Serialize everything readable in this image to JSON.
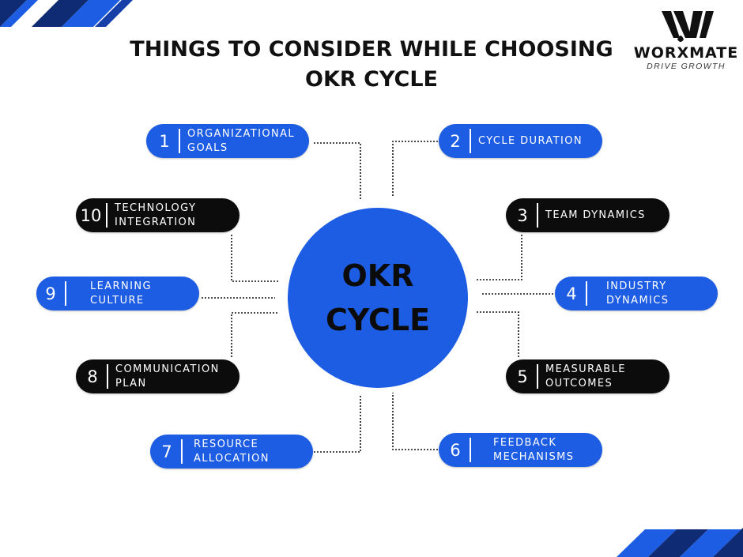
{
  "title": "THINGS TO CONSIDER WHILE CHOOSING\nOKR CYCLE",
  "logo": {
    "word": "WORXMATE",
    "tagline": "DRIVE GROWTH"
  },
  "hub": {
    "label": "OKR\nCYCLE"
  },
  "colors": {
    "blue": "#1d5de3",
    "dark": "#0c0c0c",
    "navy": "#0f2b73"
  },
  "factors": [
    {
      "number": "1",
      "label": "ORGANIZATIONAL\nGOALS"
    },
    {
      "number": "2",
      "label": "CYCLE DURATION"
    },
    {
      "number": "3",
      "label": "TEAM DYNAMICS"
    },
    {
      "number": "4",
      "label": "INDUSTRY\nDYNAMICS"
    },
    {
      "number": "5",
      "label": "MEASURABLE\nOUTCOMES"
    },
    {
      "number": "6",
      "label": "FEEDBACK\nMECHANISMS"
    },
    {
      "number": "7",
      "label": "RESOURCE\nALLOCATION"
    },
    {
      "number": "8",
      "label": "COMMUNICATION\nPLAN"
    },
    {
      "number": "9",
      "label": "LEARNING\nCULTURE"
    },
    {
      "number": "10",
      "label": "TECHNOLOGY\nINTEGRATION"
    }
  ]
}
